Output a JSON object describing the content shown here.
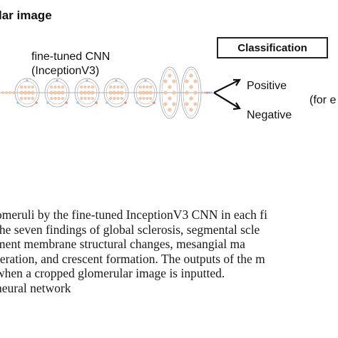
{
  "figure": {
    "heading": "lar image",
    "cnn_label_line1": "fine-tuned CNN",
    "cnn_label_line2": "(InceptionV3)",
    "classification_label": "Classification",
    "output_positive": "Positive",
    "output_negative": "Negative",
    "output_note": "(for e"
  },
  "caption": {
    "lines": [
      "omeruli by the fine-tuned InceptionV3 CNN in each fi",
      "the seven findings of global sclerosis, segmental scle",
      "ment membrane structural changes, mesangial ma",
      "feration, and crescent formation. The outputs of the m",
      " when a cropped glomerular image is inputted.",
      " neural network"
    ]
  },
  "colors": {
    "node_peach": "#f3c9a6",
    "node_blue": "#9ec7e8",
    "node_red": "#e58a8a",
    "node_purple": "#b7a6d9",
    "line_gray": "#9a9a9a",
    "text": "#111111"
  }
}
